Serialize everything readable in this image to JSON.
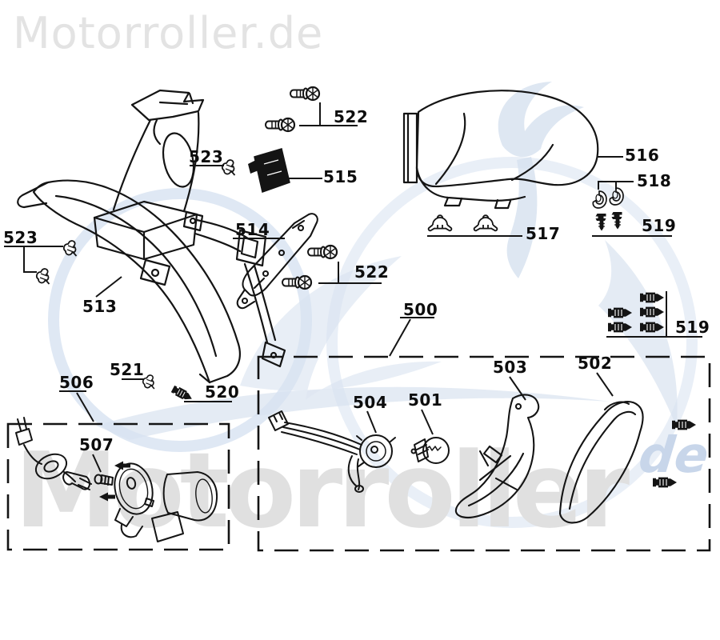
{
  "header": {
    "logo": "Motorroller.de"
  },
  "watermark": {
    "text": "Motorroller",
    "suffix": "de"
  },
  "colors": {
    "line_art": "#141414",
    "label_text": "#0d0d0d",
    "watermark_gray": "#e0e0e0",
    "watermark_blue": "#d3dfee",
    "logo_gray": "#e3e3e3",
    "background": "#ffffff"
  },
  "parts": {
    "p500": "500",
    "p501": "501",
    "p502": "502",
    "p503": "503",
    "p504": "504",
    "p506": "506",
    "p507": "507",
    "p513": "513",
    "p514": "514",
    "p515": "515",
    "p516": "516",
    "p517": "517",
    "p518": "518",
    "p519_upper": "519",
    "p519_lower": "519",
    "p520": "520",
    "p521": "521",
    "p522_top": "522",
    "p522_mid": "522",
    "p523_top": "523",
    "p523_left": "523"
  }
}
